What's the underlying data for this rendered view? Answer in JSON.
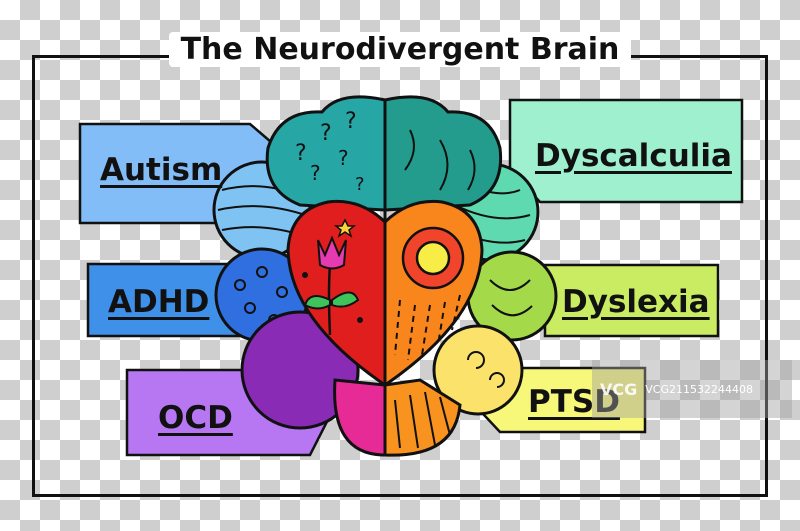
{
  "title": "The Neurodivergent Brain",
  "labels": {
    "autism": "Autism",
    "dyscalculia": "Dyscalculia",
    "adhd": "ADHD",
    "dyslexia": "Dyslexia",
    "ocd": "OCD",
    "ptsd": "PTSD"
  },
  "watermark": {
    "logo": "VCG",
    "text": "VCG211532244408"
  },
  "colors": {
    "autism": "#82bdf7",
    "dyscalculia": "#9ef0cf",
    "adhd": "#3f90e8",
    "dyslexia": "#c9ec62",
    "ocd": "#b877f2",
    "ptsd": "#f7f77a",
    "heart_left": "#e01e1e",
    "heart_right": "#f9861c"
  }
}
